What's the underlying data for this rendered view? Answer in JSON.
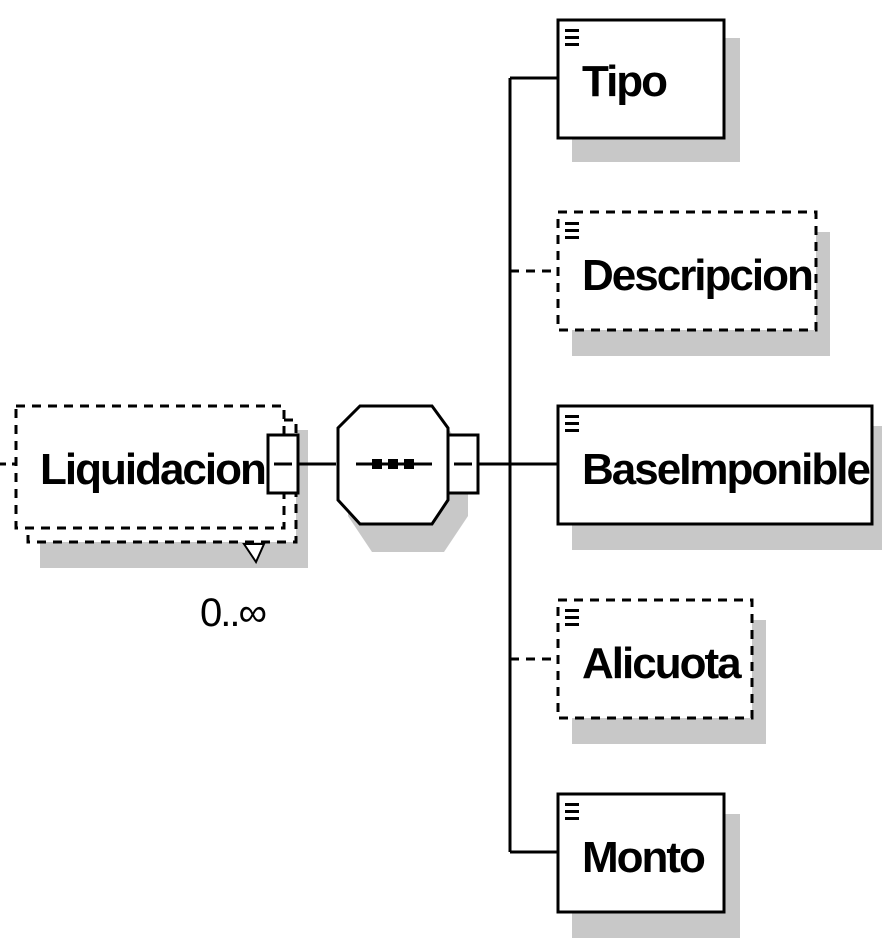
{
  "root": {
    "label": "Liquidacion",
    "occurrence": "0..∞",
    "optional": true
  },
  "compositor": {
    "kind": "sequence",
    "symbol": "•••"
  },
  "children": [
    {
      "label": "Tipo",
      "optional": false
    },
    {
      "label": "Descripcion",
      "optional": true
    },
    {
      "label": "BaseImponible",
      "optional": false
    },
    {
      "label": "Alicuota",
      "optional": true
    },
    {
      "label": "Monto",
      "optional": false
    }
  ],
  "colors": {
    "shadow": "#c8c8c8",
    "line": "#000000",
    "background": "#ffffff"
  }
}
